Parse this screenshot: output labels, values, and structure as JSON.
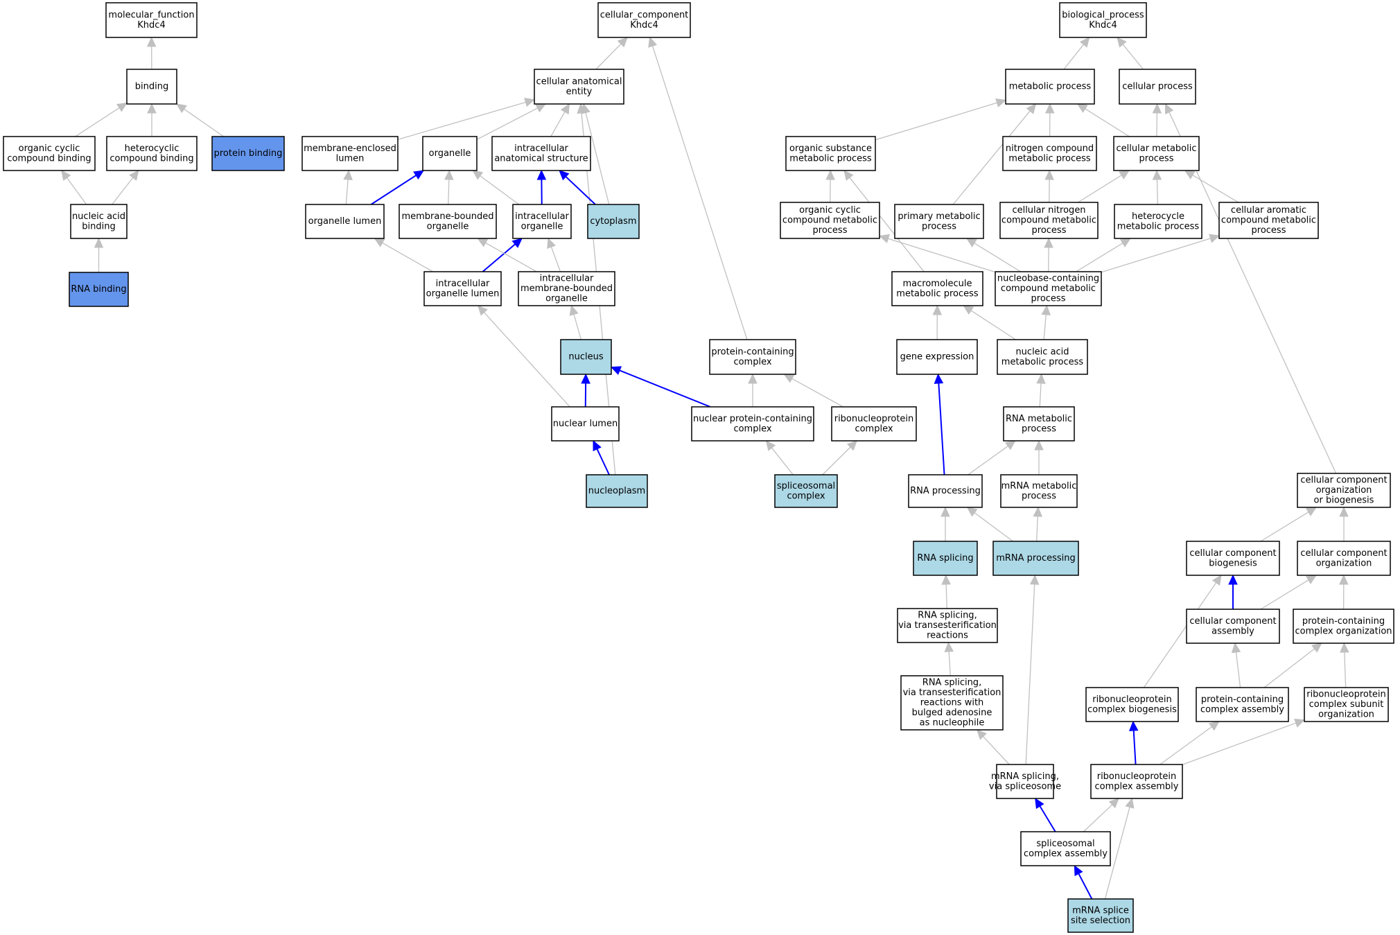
{
  "colors": {
    "plain_fill": "#ffffff",
    "molecular_function_fill": "#6495ed",
    "annotated_fill": "#add8e6",
    "border": "#000000",
    "edge_default": "#c0c0c0",
    "edge_highlight": "#0000ff"
  },
  "nodes": [
    {
      "id": "mf_root",
      "lines": [
        "molecular_function",
        "Khdc4"
      ],
      "style": "plain"
    },
    {
      "id": "binding",
      "lines": [
        "binding"
      ],
      "style": "plain"
    },
    {
      "id": "organic_cyclic_binding",
      "lines": [
        "organic cyclic",
        "compound binding"
      ],
      "style": "plain"
    },
    {
      "id": "heterocyclic_binding",
      "lines": [
        "heterocyclic",
        "compound binding"
      ],
      "style": "plain"
    },
    {
      "id": "protein_binding",
      "lines": [
        "protein binding"
      ],
      "style": "mf"
    },
    {
      "id": "nucleic_acid_binding",
      "lines": [
        "nucleic acid",
        "binding"
      ],
      "style": "plain"
    },
    {
      "id": "rna_binding",
      "lines": [
        "RNA binding"
      ],
      "style": "mf"
    },
    {
      "id": "cc_root",
      "lines": [
        "cellular_component",
        "Khdc4"
      ],
      "style": "plain"
    },
    {
      "id": "cellular_anatomical_entity",
      "lines": [
        "cellular anatomical",
        "entity"
      ],
      "style": "plain"
    },
    {
      "id": "membrane_enclosed_lumen",
      "lines": [
        "membrane-enclosed",
        "lumen"
      ],
      "style": "plain"
    },
    {
      "id": "organelle",
      "lines": [
        "organelle"
      ],
      "style": "plain"
    },
    {
      "id": "intracellular_anatomical_structure",
      "lines": [
        "intracellular",
        "anatomical structure"
      ],
      "style": "plain"
    },
    {
      "id": "organelle_lumen",
      "lines": [
        "organelle lumen"
      ],
      "style": "plain"
    },
    {
      "id": "membrane_bounded_organelle",
      "lines": [
        "membrane-bounded",
        "organelle"
      ],
      "style": "plain"
    },
    {
      "id": "intracellular_organelle",
      "lines": [
        "intracellular",
        "organelle"
      ],
      "style": "plain"
    },
    {
      "id": "cytoplasm",
      "lines": [
        "cytoplasm"
      ],
      "style": "annotated"
    },
    {
      "id": "intracellular_organelle_lumen",
      "lines": [
        "intracellular",
        "organelle lumen"
      ],
      "style": "plain"
    },
    {
      "id": "intracellular_membrane_bounded_organelle",
      "lines": [
        "intracellular",
        "membrane-bounded",
        "organelle"
      ],
      "style": "plain"
    },
    {
      "id": "nucleus",
      "lines": [
        "nucleus"
      ],
      "style": "annotated"
    },
    {
      "id": "protein_containing_complex",
      "lines": [
        "protein-containing",
        "complex"
      ],
      "style": "plain"
    },
    {
      "id": "nuclear_lumen",
      "lines": [
        "nuclear lumen"
      ],
      "style": "plain"
    },
    {
      "id": "nuclear_protein_containing_complex",
      "lines": [
        "nuclear protein-containing",
        "complex"
      ],
      "style": "plain"
    },
    {
      "id": "ribonucleoprotein_complex",
      "lines": [
        "ribonucleoprotein",
        "complex"
      ],
      "style": "plain"
    },
    {
      "id": "nucleoplasm",
      "lines": [
        "nucleoplasm"
      ],
      "style": "annotated"
    },
    {
      "id": "spliceosomal_complex",
      "lines": [
        "spliceosomal",
        "complex"
      ],
      "style": "annotated"
    },
    {
      "id": "bp_root",
      "lines": [
        "biological_process",
        "Khdc4"
      ],
      "style": "plain"
    },
    {
      "id": "metabolic_process",
      "lines": [
        "metabolic process"
      ],
      "style": "plain"
    },
    {
      "id": "cellular_process",
      "lines": [
        "cellular process"
      ],
      "style": "plain"
    },
    {
      "id": "organic_substance_metabolic_process",
      "lines": [
        "organic substance",
        "metabolic process"
      ],
      "style": "plain"
    },
    {
      "id": "nitrogen_compound_metabolic_process",
      "lines": [
        "nitrogen compound",
        "metabolic process"
      ],
      "style": "plain"
    },
    {
      "id": "cellular_metabolic_process",
      "lines": [
        "cellular metabolic",
        "process"
      ],
      "style": "plain"
    },
    {
      "id": "organic_cyclic_compound_metabolic_process",
      "lines": [
        "organic cyclic",
        "compound metabolic",
        "process"
      ],
      "style": "plain"
    },
    {
      "id": "primary_metabolic_process",
      "lines": [
        "primary metabolic",
        "process"
      ],
      "style": "plain"
    },
    {
      "id": "cellular_nitrogen_compound_metabolic_process",
      "lines": [
        "cellular nitrogen",
        "compound metabolic",
        "process"
      ],
      "style": "plain"
    },
    {
      "id": "heterocycle_metabolic_process",
      "lines": [
        "heterocycle",
        "metabolic process"
      ],
      "style": "plain"
    },
    {
      "id": "cellular_aromatic_compound_metabolic_process",
      "lines": [
        "cellular aromatic",
        "compound metabolic",
        "process"
      ],
      "style": "plain"
    },
    {
      "id": "macromolecule_metabolic_process",
      "lines": [
        "macromolecule",
        "metabolic process"
      ],
      "style": "plain"
    },
    {
      "id": "nucleobase_containing_compound_metabolic_process",
      "lines": [
        "nucleobase-containing",
        "compound metabolic",
        "process"
      ],
      "style": "plain"
    },
    {
      "id": "gene_expression",
      "lines": [
        "gene expression"
      ],
      "style": "plain"
    },
    {
      "id": "nucleic_acid_metabolic_process",
      "lines": [
        "nucleic acid",
        "metabolic process"
      ],
      "style": "plain"
    },
    {
      "id": "rna_metabolic_process",
      "lines": [
        "RNA metabolic",
        "process"
      ],
      "style": "plain"
    },
    {
      "id": "rna_processing",
      "lines": [
        "RNA processing"
      ],
      "style": "plain"
    },
    {
      "id": "mrna_metabolic_process",
      "lines": [
        "mRNA metabolic",
        "process"
      ],
      "style": "plain"
    },
    {
      "id": "rna_splicing",
      "lines": [
        "RNA splicing"
      ],
      "style": "annotated"
    },
    {
      "id": "mrna_processing",
      "lines": [
        "mRNA processing"
      ],
      "style": "annotated"
    },
    {
      "id": "rna_splicing_transesterification",
      "lines": [
        "RNA splicing,",
        "via transesterification",
        "reactions"
      ],
      "style": "plain"
    },
    {
      "id": "rna_splicing_bulged_adenosine",
      "lines": [
        "RNA splicing,",
        "via transesterification",
        "reactions with",
        "bulged adenosine",
        "as nucleophile"
      ],
      "style": "plain"
    },
    {
      "id": "mrna_splicing_spliceosome",
      "lines": [
        "mRNA splicing,",
        "via spliceosome"
      ],
      "style": "plain"
    },
    {
      "id": "spliceosomal_complex_assembly",
      "lines": [
        "spliceosomal",
        "complex assembly"
      ],
      "style": "plain"
    },
    {
      "id": "mrna_splice_site_selection",
      "lines": [
        "mRNA splice",
        "site selection"
      ],
      "style": "annotated"
    },
    {
      "id": "cellular_component_org_or_biogenesis",
      "lines": [
        "cellular component",
        "organization",
        "or biogenesis"
      ],
      "style": "plain"
    },
    {
      "id": "cellular_component_biogenesis",
      "lines": [
        "cellular component",
        "biogenesis"
      ],
      "style": "plain"
    },
    {
      "id": "cellular_component_organization",
      "lines": [
        "cellular component",
        "organization"
      ],
      "style": "plain"
    },
    {
      "id": "cellular_component_assembly",
      "lines": [
        "cellular component",
        "assembly"
      ],
      "style": "plain"
    },
    {
      "id": "protein_containing_complex_organization",
      "lines": [
        "protein-containing",
        "complex organization"
      ],
      "style": "plain"
    },
    {
      "id": "ribonucleoprotein_complex_biogenesis",
      "lines": [
        "ribonucleoprotein",
        "complex biogenesis"
      ],
      "style": "plain"
    },
    {
      "id": "protein_containing_complex_assembly",
      "lines": [
        "protein-containing",
        "complex assembly"
      ],
      "style": "plain"
    },
    {
      "id": "ribonucleoprotein_complex_subunit_organization",
      "lines": [
        "ribonucleoprotein",
        "complex subunit",
        "organization"
      ],
      "style": "plain"
    },
    {
      "id": "ribonucleoprotein_complex_assembly",
      "lines": [
        "ribonucleoprotein",
        "complex assembly"
      ],
      "style": "plain"
    }
  ],
  "edges": [
    {
      "from": "binding",
      "to": "mf_root",
      "highlight": false
    },
    {
      "from": "organic_cyclic_binding",
      "to": "binding",
      "highlight": false
    },
    {
      "from": "heterocyclic_binding",
      "to": "binding",
      "highlight": false
    },
    {
      "from": "protein_binding",
      "to": "binding",
      "highlight": false
    },
    {
      "from": "nucleic_acid_binding",
      "to": "organic_cyclic_binding",
      "highlight": false
    },
    {
      "from": "nucleic_acid_binding",
      "to": "heterocyclic_binding",
      "highlight": false
    },
    {
      "from": "rna_binding",
      "to": "nucleic_acid_binding",
      "highlight": false
    },
    {
      "from": "cellular_anatomical_entity",
      "to": "cc_root",
      "highlight": false
    },
    {
      "from": "protein_containing_complex",
      "to": "cc_root",
      "highlight": false
    },
    {
      "from": "membrane_enclosed_lumen",
      "to": "cellular_anatomical_entity",
      "highlight": false
    },
    {
      "from": "organelle",
      "to": "cellular_anatomical_entity",
      "highlight": false
    },
    {
      "from": "intracellular_anatomical_structure",
      "to": "cellular_anatomical_entity",
      "highlight": false
    },
    {
      "from": "cytoplasm",
      "to": "cellular_anatomical_entity",
      "highlight": false
    },
    {
      "from": "nucleoplasm",
      "to": "cellular_anatomical_entity",
      "highlight": false
    },
    {
      "from": "organelle_lumen",
      "to": "membrane_enclosed_lumen",
      "highlight": false
    },
    {
      "from": "organelle_lumen",
      "to": "organelle",
      "highlight": true
    },
    {
      "from": "membrane_bounded_organelle",
      "to": "organelle",
      "highlight": false
    },
    {
      "from": "intracellular_organelle",
      "to": "organelle",
      "highlight": false
    },
    {
      "from": "intracellular_organelle",
      "to": "intracellular_anatomical_structure",
      "highlight": true
    },
    {
      "from": "cytoplasm",
      "to": "intracellular_anatomical_structure",
      "highlight": true
    },
    {
      "from": "intracellular_organelle_lumen",
      "to": "organelle_lumen",
      "highlight": false
    },
    {
      "from": "intracellular_organelle_lumen",
      "to": "intracellular_organelle",
      "highlight": true
    },
    {
      "from": "intracellular_membrane_bounded_organelle",
      "to": "membrane_bounded_organelle",
      "highlight": false
    },
    {
      "from": "intracellular_membrane_bounded_organelle",
      "to": "intracellular_organelle",
      "highlight": false
    },
    {
      "from": "nucleus",
      "to": "intracellular_membrane_bounded_organelle",
      "highlight": false
    },
    {
      "from": "nuclear_lumen",
      "to": "intracellular_organelle_lumen",
      "highlight": false
    },
    {
      "from": "nuclear_lumen",
      "to": "nucleus",
      "highlight": true
    },
    {
      "from": "nuclear_protein_containing_complex",
      "to": "nucleus",
      "highlight": true
    },
    {
      "from": "nuclear_protein_containing_complex",
      "to": "protein_containing_complex",
      "highlight": false
    },
    {
      "from": "ribonucleoprotein_complex",
      "to": "protein_containing_complex",
      "highlight": false
    },
    {
      "from": "nucleoplasm",
      "to": "nuclear_lumen",
      "highlight": true
    },
    {
      "from": "spliceosomal_complex",
      "to": "nuclear_protein_containing_complex",
      "highlight": false
    },
    {
      "from": "spliceosomal_complex",
      "to": "ribonucleoprotein_complex",
      "highlight": false
    },
    {
      "from": "metabolic_process",
      "to": "bp_root",
      "highlight": false
    },
    {
      "from": "cellular_process",
      "to": "bp_root",
      "highlight": false
    },
    {
      "from": "organic_substance_metabolic_process",
      "to": "metabolic_process",
      "highlight": false
    },
    {
      "from": "nitrogen_compound_metabolic_process",
      "to": "metabolic_process",
      "highlight": false
    },
    {
      "from": "cellular_metabolic_process",
      "to": "metabolic_process",
      "highlight": false
    },
    {
      "from": "primary_metabolic_process",
      "to": "metabolic_process",
      "highlight": false
    },
    {
      "from": "cellular_metabolic_process",
      "to": "cellular_process",
      "highlight": false
    },
    {
      "from": "cellular_component_org_or_biogenesis",
      "to": "cellular_process",
      "highlight": false
    },
    {
      "from": "organic_cyclic_compound_metabolic_process",
      "to": "organic_substance_metabolic_process",
      "highlight": false
    },
    {
      "from": "macromolecule_metabolic_process",
      "to": "organic_substance_metabolic_process",
      "highlight": false
    },
    {
      "from": "cellular_nitrogen_compound_metabolic_process",
      "to": "nitrogen_compound_metabolic_process",
      "highlight": false
    },
    {
      "from": "cellular_nitrogen_compound_metabolic_process",
      "to": "cellular_metabolic_process",
      "highlight": false
    },
    {
      "from": "heterocycle_metabolic_process",
      "to": "cellular_metabolic_process",
      "highlight": false
    },
    {
      "from": "cellular_aromatic_compound_metabolic_process",
      "to": "cellular_metabolic_process",
      "highlight": false
    },
    {
      "from": "nucleobase_containing_compound_metabolic_process",
      "to": "organic_cyclic_compound_metabolic_process",
      "highlight": false
    },
    {
      "from": "nucleobase_containing_compound_metabolic_process",
      "to": "primary_metabolic_process",
      "highlight": false
    },
    {
      "from": "nucleobase_containing_compound_metabolic_process",
      "to": "cellular_nitrogen_compound_metabolic_process",
      "highlight": false
    },
    {
      "from": "nucleobase_containing_compound_metabolic_process",
      "to": "heterocycle_metabolic_process",
      "highlight": false
    },
    {
      "from": "nucleobase_containing_compound_metabolic_process",
      "to": "cellular_aromatic_compound_metabolic_process",
      "highlight": false
    },
    {
      "from": "gene_expression",
      "to": "macromolecule_metabolic_process",
      "highlight": false
    },
    {
      "from": "nucleic_acid_metabolic_process",
      "to": "macromolecule_metabolic_process",
      "highlight": false
    },
    {
      "from": "nucleic_acid_metabolic_process",
      "to": "nucleobase_containing_compound_metabolic_process",
      "highlight": false
    },
    {
      "from": "rna_metabolic_process",
      "to": "nucleic_acid_metabolic_process",
      "highlight": false
    },
    {
      "from": "rna_processing",
      "to": "gene_expression",
      "highlight": true
    },
    {
      "from": "rna_processing",
      "to": "rna_metabolic_process",
      "highlight": false
    },
    {
      "from": "mrna_metabolic_process",
      "to": "rna_metabolic_process",
      "highlight": false
    },
    {
      "from": "rna_splicing",
      "to": "rna_processing",
      "highlight": false
    },
    {
      "from": "mrna_processing",
      "to": "rna_processing",
      "highlight": false
    },
    {
      "from": "mrna_processing",
      "to": "mrna_metabolic_process",
      "highlight": false
    },
    {
      "from": "rna_splicing_transesterification",
      "to": "rna_splicing",
      "highlight": false
    },
    {
      "from": "rna_splicing_bulged_adenosine",
      "to": "rna_splicing_transesterification",
      "highlight": false
    },
    {
      "from": "mrna_splicing_spliceosome",
      "to": "rna_splicing_bulged_adenosine",
      "highlight": false
    },
    {
      "from": "mrna_splicing_spliceosome",
      "to": "mrna_processing",
      "highlight": false
    },
    {
      "from": "spliceosomal_complex_assembly",
      "to": "mrna_splicing_spliceosome",
      "highlight": true
    },
    {
      "from": "spliceosomal_complex_assembly",
      "to": "ribonucleoprotein_complex_assembly",
      "highlight": false
    },
    {
      "from": "mrna_splice_site_selection",
      "to": "spliceosomal_complex_assembly",
      "highlight": true
    },
    {
      "from": "mrna_splice_site_selection",
      "to": "ribonucleoprotein_complex_assembly",
      "highlight": false
    },
    {
      "from": "cellular_component_biogenesis",
      "to": "cellular_component_org_or_biogenesis",
      "highlight": false
    },
    {
      "from": "cellular_component_organization",
      "to": "cellular_component_org_or_biogenesis",
      "highlight": false
    },
    {
      "from": "cellular_component_assembly",
      "to": "cellular_component_biogenesis",
      "highlight": true
    },
    {
      "from": "cellular_component_assembly",
      "to": "cellular_component_organization",
      "highlight": false
    },
    {
      "from": "protein_containing_complex_organization",
      "to": "cellular_component_organization",
      "highlight": false
    },
    {
      "from": "ribonucleoprotein_complex_biogenesis",
      "to": "cellular_component_biogenesis",
      "highlight": false
    },
    {
      "from": "protein_containing_complex_assembly",
      "to": "cellular_component_assembly",
      "highlight": false
    },
    {
      "from": "protein_containing_complex_assembly",
      "to": "protein_containing_complex_organization",
      "highlight": false
    },
    {
      "from": "ribonucleoprotein_complex_subunit_organization",
      "to": "protein_containing_complex_organization",
      "highlight": false
    },
    {
      "from": "ribonucleoprotein_complex_assembly",
      "to": "ribonucleoprotein_complex_biogenesis",
      "highlight": true
    },
    {
      "from": "ribonucleoprotein_complex_assembly",
      "to": "protein_containing_complex_assembly",
      "highlight": false
    },
    {
      "from": "ribonucleoprotein_complex_assembly",
      "to": "ribonucleoprotein_complex_subunit_organization",
      "highlight": false
    }
  ]
}
